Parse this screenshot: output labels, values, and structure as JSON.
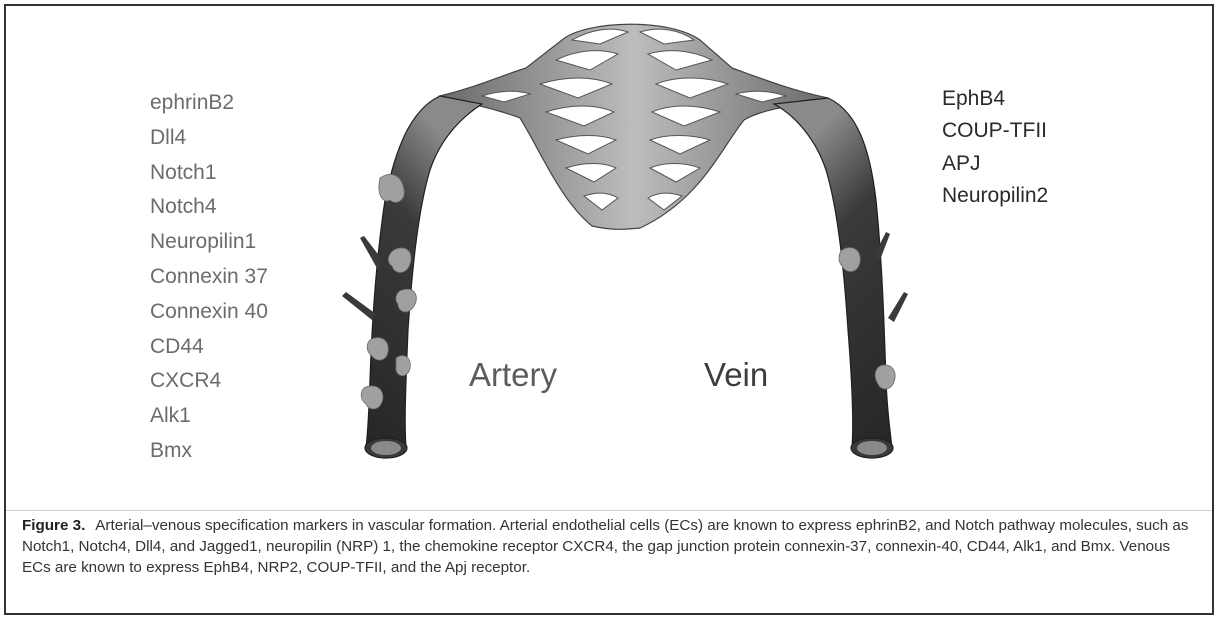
{
  "figure": {
    "arterial_markers": [
      "ephrinB2",
      "Dll4",
      "Notch1",
      "Notch4",
      "Neuropilin1",
      "Connexin 37",
      "Connexin 40",
      "CD44",
      "CXCR4",
      "Alk1",
      "Bmx"
    ],
    "venous_markers": [
      "EphB4",
      "COUP-TFII",
      "APJ",
      "Neuropilin2"
    ],
    "artery_label": "Artery",
    "vein_label": "Vein",
    "colors": {
      "frame": "#333333",
      "vessel_dark": "#2e2e2e",
      "vessel_mid": "#5a5a5a",
      "capillary_light": "#a8a8a8",
      "cell_patch": "#a0a0a0",
      "arterial_text": "#6c6c6c",
      "venous_text": "#2a2a2a"
    }
  },
  "caption": {
    "label": "Figure 3.",
    "text": "Arterial–venous specification markers in vascular formation. Arterial endothelial cells (ECs) are known to express ephrinB2, and Notch pathway molecules, such as Notch1, Notch4, Dll4, and Jagged1, neuropilin (NRP) 1, the chemokine receptor CXCR4, the gap junction protein connexin-37, connexin-40, CD44, Alk1, and Bmx. Venous ECs are known to express EphB4, NRP2, COUP-TFII, and the Apj receptor."
  }
}
